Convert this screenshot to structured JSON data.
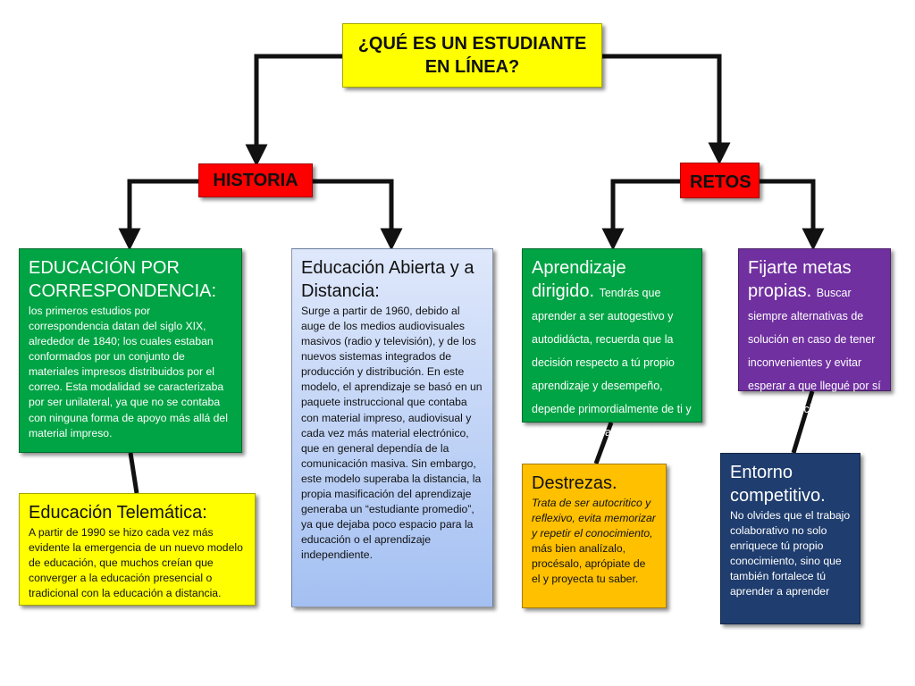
{
  "title": "¿QUÉ ES UN ESTUDIANTE EN LÍNEA?",
  "categories": {
    "historia": "HISTORIA",
    "retos": "RETOS"
  },
  "cards": {
    "correspondencia": {
      "heading": "EDUCACIÓN POR CORRESPONDENCIA:",
      "body": "los primeros estudios por correspondencia datan del siglo XIX, alrededor de 1840; los cuales estaban conformados por un conjunto de materiales impresos distribuidos por el correo. Esta modalidad se caracterizaba por ser unilateral, ya que no se contaba con ninguna forma de apoyo más allá del material impreso."
    },
    "abierta": {
      "heading": "Educación Abierta y a Distancia:",
      "body": "Surge a partir de 1960, debido al auge de los medios audiovisuales masivos (radio y televisión), y de los nuevos sistemas integrados de producción y distribución. En este modelo, el aprendizaje se basó en un paquete instruccional que contaba con material impreso, audiovisual y cada vez más material electrónico, que en general dependía de la comunicación masiva. Sin embargo, este modelo superaba la distancia, la propia masificación del aprendizaje generaba un “estudiante promedio”, ya que dejaba poco espacio para la educación o el aprendizaje independiente."
    },
    "telematica": {
      "heading": "Educación Telemática:",
      "body": "A partir de 1990 se hizo cada vez más evidente la emergencia de un nuevo modelo de educación, que muchos creían que converger a la educación presencial o tradicional con la educación a distancia."
    },
    "aprendizaje": {
      "heading": "Aprendizaje dirigido.",
      "body": "Tendrás que aprender a ser autogestivo y autodidácta, recuerda que la decisión respecto a tú propio aprendizaje y desempeño, depende primordialmente de ti y de tú administración del tiempo."
    },
    "metas": {
      "heading": "Fijarte metas propias.",
      "body": "Buscar siempre alternativas de solución en caso de tener inconvenientes y evitar esperar a que llegué por sí sola la solución."
    },
    "destrezas": {
      "heading": "Destrezas.",
      "body_italic": "Trata de ser autocritico y reflexivo, evita memorizar y repetir el conocimiento,",
      "body": "más bien analízalo, procésalo, aprópiate de el y proyecta tu saber."
    },
    "entorno": {
      "heading": "Entorno competitivo.",
      "body": "No olvides que el trabajo colaborativo no solo enriquece tú propio conocimiento, sino que también fortalece tú aprender a aprender"
    }
  },
  "colors": {
    "title_bg": "#ffff00",
    "category_bg": "#ff0000",
    "green": "#00a444",
    "purple": "#7030a0",
    "orange": "#ffc000",
    "navy": "#1f3d6e",
    "light_blue": "#a4c0f2"
  }
}
